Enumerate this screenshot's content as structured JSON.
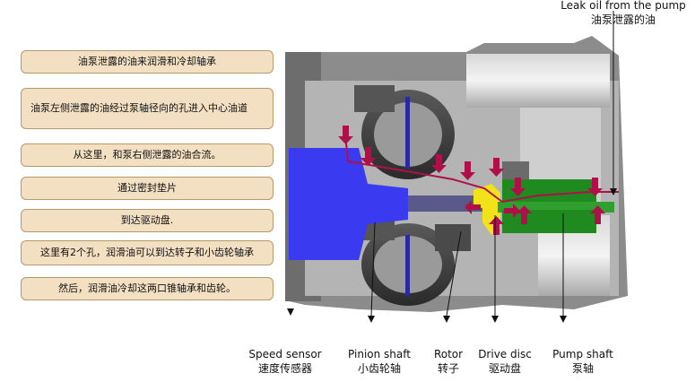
{
  "notes": [
    "油泵泄露的油来润滑和冷却轴承",
    "油泵左侧泄露的油经过泵轴径向的孔进入中心油道",
    "从这里，和泵右侧泄露的油合流。",
    "通过密封垫片",
    "到达驱动盘.",
    "这里有2个孔，润滑油可以到达转子和小齿轮轴承",
    "然后，润滑油冷却这两口锥轴承和齿轮。"
  ],
  "labels": {
    "leak_en": "Leak oil from the pump",
    "leak_cn": "油泵泄露的油",
    "speed_en": "Speed sensor",
    "speed_cn": "速度传感器",
    "pinion_en": "Pinion shaft",
    "pinion_cn": "小齿轮轴",
    "rotor_en": "Rotor",
    "rotor_cn": "转子",
    "disc_en": "Drive disc",
    "disc_cn": "驱动盘",
    "pump_en": "Pump shaft",
    "pump_cn": "泵轴"
  },
  "colors": {
    "pinion": "#3a3af0",
    "drive_disc": "#f2e21a",
    "pump_shaft": "#1f8a1f",
    "oil_path": "#b0104a",
    "note_bg": "#f3dfc2"
  }
}
